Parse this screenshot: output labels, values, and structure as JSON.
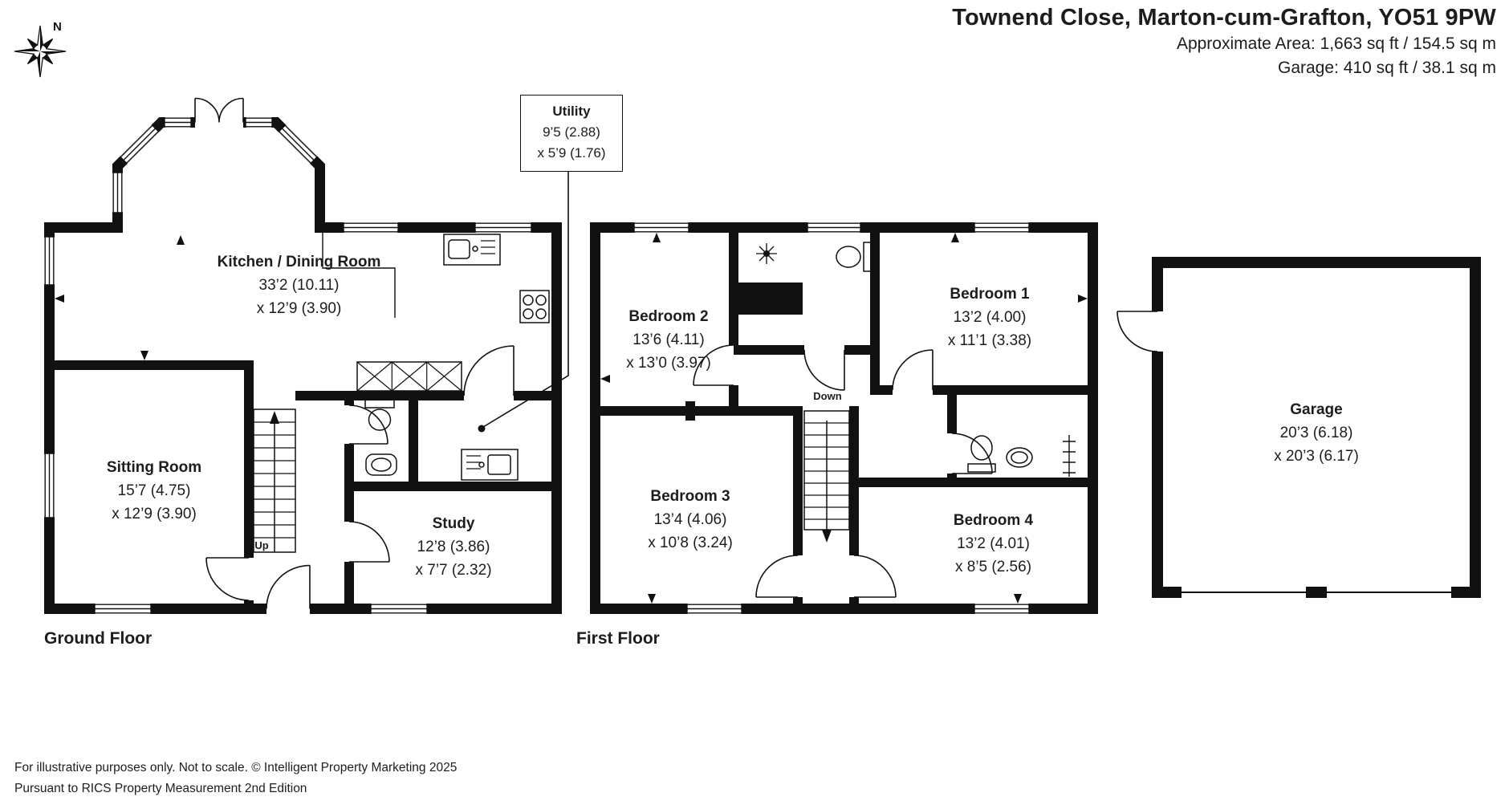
{
  "header": {
    "title": "Townend Close, Marton-cum-Grafton, YO51 9PW",
    "area_line": "Approximate Area: 1,663 sq ft / 154.5 sq m",
    "garage_line": "Garage: 410 sq ft / 38.1 sq m"
  },
  "compass": {
    "label": "N"
  },
  "utility_callout": {
    "name": "Utility",
    "dim1": "9’5 (2.88)",
    "dim2": "x 5’9 (1.76)"
  },
  "ground_floor": {
    "label": "Ground Floor",
    "stairs_label": "Up",
    "rooms": {
      "kitchen": {
        "name": "Kitchen / Dining Room",
        "dim1": "33’2 (10.11)",
        "dim2": "x 12’9 (3.90)"
      },
      "sitting": {
        "name": "Sitting Room",
        "dim1": "15’7 (4.75)",
        "dim2": "x 12’9 (3.90)"
      },
      "study": {
        "name": "Study",
        "dim1": "12’8 (3.86)",
        "dim2": "x 7’7 (2.32)"
      }
    }
  },
  "first_floor": {
    "label": "First Floor",
    "stairs_label": "Down",
    "rooms": {
      "bedroom2": {
        "name": "Bedroom 2",
        "dim1": "13’6 (4.11)",
        "dim2": "x 13’0 (3.97)"
      },
      "bedroom1": {
        "name": "Bedroom 1",
        "dim1": "13’2 (4.00)",
        "dim2": "x 11’1 (3.38)"
      },
      "bedroom3": {
        "name": "Bedroom 3",
        "dim1": "13’4 (4.06)",
        "dim2": "x 10’8 (3.24)"
      },
      "bedroom4": {
        "name": "Bedroom 4",
        "dim1": "13’2 (4.01)",
        "dim2": "x 8’5 (2.56)"
      }
    }
  },
  "garage": {
    "rooms": {
      "garage": {
        "name": "Garage",
        "dim1": "20’3 (6.18)",
        "dim2": "x 20’3 (6.17)"
      }
    }
  },
  "footer": {
    "line1": "For illustrative purposes only. Not to scale. © Intelligent Property Marketing 2025",
    "line2": "Pursuant to RICS Property Measurement 2nd Edition"
  }
}
